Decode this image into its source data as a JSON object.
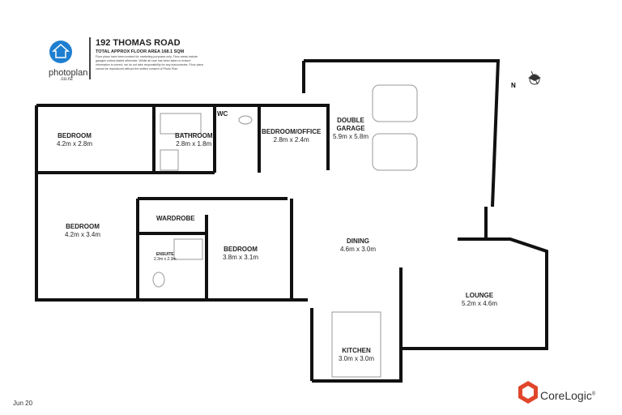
{
  "header": {
    "title": "192 THOMAS ROAD",
    "subtitle": "TOTAL APPROX FLOOR AREA 168.1 SQM",
    "disclaimer": "Floor plans have been created for marketing purposes only. Floor areas include garages unless stated otherwise. Whilst all care has been taken to ensure information is correct, we do not take responsibility for any inaccuracies. Floor plans cannot be reproduced without the written consent of Photo Plan."
  },
  "logo": {
    "name": "photoplan",
    "domain": ".co.nz",
    "color": "#1e7fd0"
  },
  "rooms": [
    {
      "name": "BEDROOM",
      "dim": "4.2m x 2.8m"
    },
    {
      "name": "BATHROOM",
      "dim": "2.8m x 1.8m"
    },
    {
      "name": "WC",
      "dim": ""
    },
    {
      "name": "BEDROOM/OFFICE",
      "dim": "2.8m x 2.4m"
    },
    {
      "name": "DOUBLE GARAGE",
      "dim": "5.9m x 5.8m"
    },
    {
      "name": "BEDROOM",
      "dim": "4.2m x 3.4m"
    },
    {
      "name": "WARDROBE",
      "dim": ""
    },
    {
      "name": "ENSUITE",
      "dim": "2.3m x 2.3m"
    },
    {
      "name": "BEDROOM",
      "dim": "3.8m x 3.1m"
    },
    {
      "name": "DINING",
      "dim": "4.6m x 3.0m"
    },
    {
      "name": "LOUNGE",
      "dim": "5.2m x 4.6m"
    },
    {
      "name": "KITCHEN",
      "dim": "3.0m x 3.0m"
    }
  ],
  "footer": {
    "date": "Jun 20",
    "brand": "CoreLogic",
    "trademark": "®"
  },
  "compass": {
    "label": "N"
  }
}
